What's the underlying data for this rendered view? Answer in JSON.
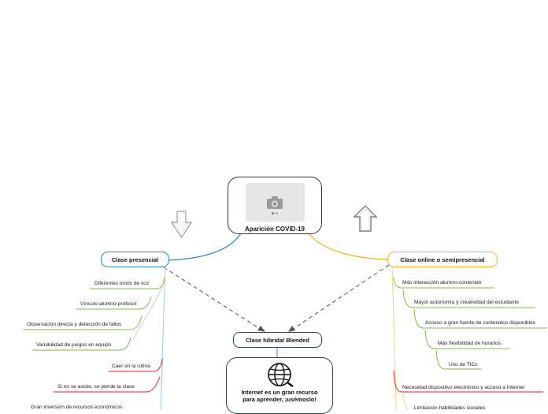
{
  "central": {
    "title": "Aparición COVID-19",
    "image_icon": "camera-icon"
  },
  "left_branch": {
    "title": "Clase presencial",
    "color": "#2f86c6",
    "pros_color": "#7fbf3f",
    "cons_color": "#e02020",
    "pros": [
      "Diferentes tonos de voz",
      "Vínculo alumno-profesor",
      "Observación directa y detección de fallos",
      "Variabilidad de juegos en equipo"
    ],
    "cons": [
      "Caer en la rutina",
      "Si no se asiste, se pierde la clase",
      "Gran inversión de recursos económicos"
    ]
  },
  "right_branch": {
    "title": "Clase online o semipresencial",
    "color": "#f5b21c",
    "pros_color": "#7fbf3f",
    "cons_color": "#e02020",
    "pros": [
      "Más interacción alumno-contenido",
      "Mayor autonomía y creatividad del estudiante",
      "Acceso a gran fuente de contenidos disponibles",
      "Más flexibilidad de horarios",
      "Uso de TICs"
    ],
    "cons": [
      "Necesidad dispositivo electrónico y acceso a Internet",
      "Limitación habilidades sociales"
    ]
  },
  "hybrid": {
    "title": "Clase híbrida/ Blended",
    "color": "#1f4f3f"
  },
  "internet_card": {
    "text": "Internet es un gran recurso para aprender, ¡usémoslo!",
    "icon": "globe-icon"
  },
  "arrows": {
    "left": "down-arrow-icon",
    "right": "up-arrow-icon"
  }
}
